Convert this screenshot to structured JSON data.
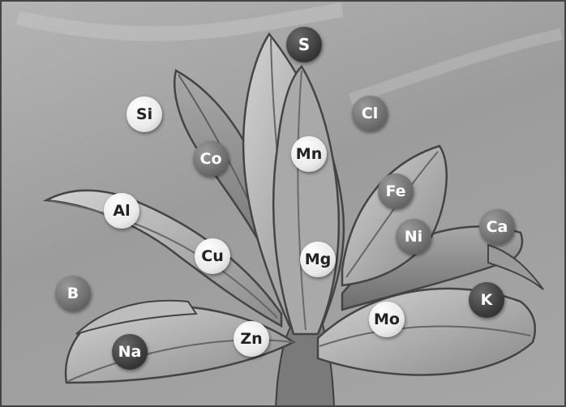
{
  "elements": {
    "s": "S",
    "si": "Si",
    "cl": "Cl",
    "co": "Co",
    "mn": "Mn",
    "fe": "Fe",
    "al": "Al",
    "ni": "Ni",
    "ca": "Ca",
    "cu": "Cu",
    "mg": "Mg",
    "b": "B",
    "k": "K",
    "mo": "Mo",
    "zn": "Zn",
    "na": "Na"
  }
}
